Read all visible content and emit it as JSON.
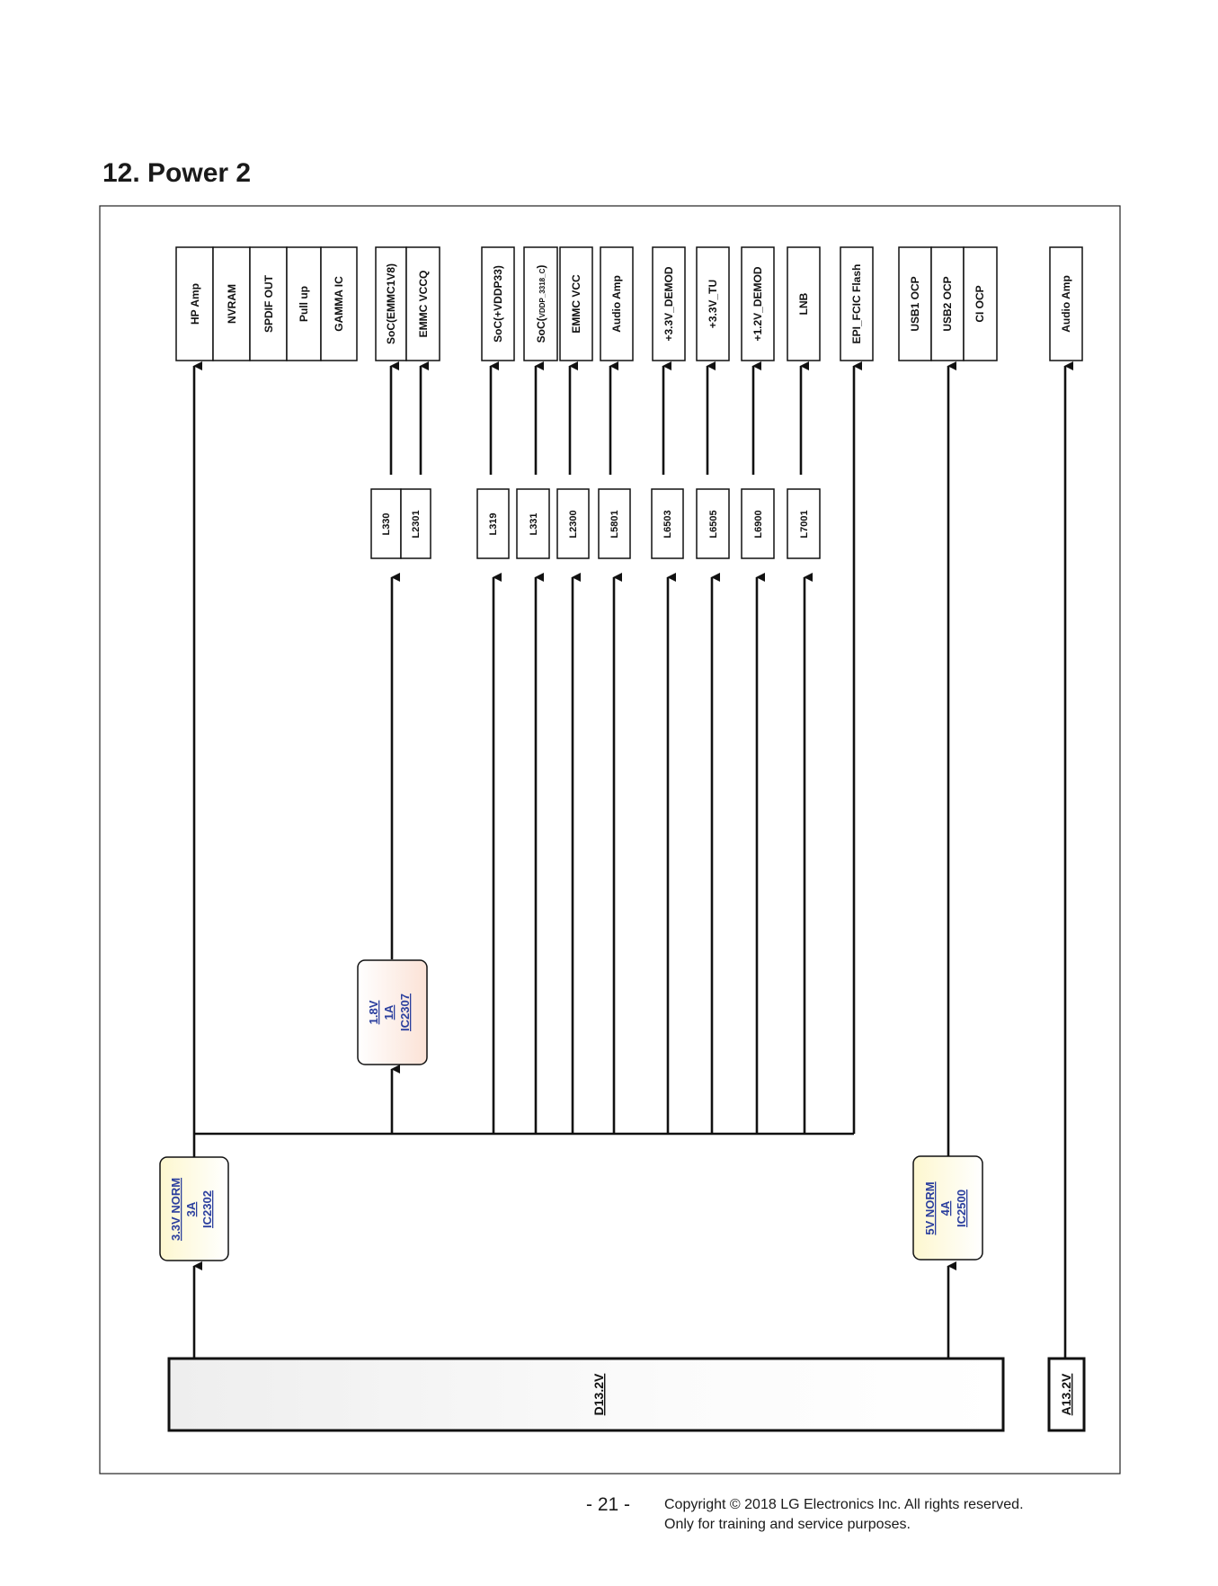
{
  "page": {
    "title": "12. Power 2",
    "page_number": "- 21 -",
    "copyright_line1": "Copyright © 2018 LG Electronics Inc. All rights reserved.",
    "copyright_line2": "Only for training and service purposes."
  },
  "loads": {
    "hp_amp": "HP Amp",
    "nvram": "NVRAM",
    "spdif_out": "SPDIF OUT",
    "pull_up": "Pull up",
    "gamma_ic": "GAMMA IC",
    "soc_emmc1v8": "SoC(EMMC1V8)",
    "emmc_vccq": "EMMC VCCQ",
    "soc_vddp33": "SoC(+VDDP33)",
    "soc_vddp_3318_prefix": "SoC(",
    "soc_vddp_3318_sub": "VDDP_3318_C",
    "soc_vddp_3318_suffix": ")",
    "emmc_vcc": "EMMC VCC",
    "audio_amp_1": "Audio Amp",
    "demod_33": "+3.3V_DEMOD",
    "tu_33": "+3.3V_TU",
    "demod_12": "+1.2V_DEMOD",
    "lnb": "LNB",
    "epi_fcic_flash": "EPI_FCIC Flash",
    "usb1_ocp": "USB1 OCP",
    "usb2_ocp": "USB2 OCP",
    "ci_ocp": "CI OCP",
    "audio_amp_2": "Audio Amp"
  },
  "inductors": {
    "l330": "L330",
    "l2301": "L2301",
    "l319": "L319",
    "l331": "L331",
    "l2300": "L2300",
    "l5801": "L5801",
    "l6503": "L6503",
    "l6505": "L6505",
    "l6900": "L6900",
    "l7001": "L7001"
  },
  "regulators": {
    "ic2307": {
      "line1": "1.8V",
      "line2": "1A",
      "line3": "IC2307"
    },
    "ic2302": {
      "line1": "3.3V NORM",
      "line2": "3A",
      "line3": "IC2302"
    },
    "ic2500": {
      "line1": "5V NORM",
      "line2": "4A",
      "line3": "IC2500"
    }
  },
  "rails": {
    "d13v": "D13.2V",
    "a13v": "A13.2V"
  },
  "colors": {
    "link_text": "#2b3f9e",
    "ic2307_fill": "#fbe9e1",
    "ic_yellow_fill": "#fdf9dc",
    "line": "#111111"
  }
}
